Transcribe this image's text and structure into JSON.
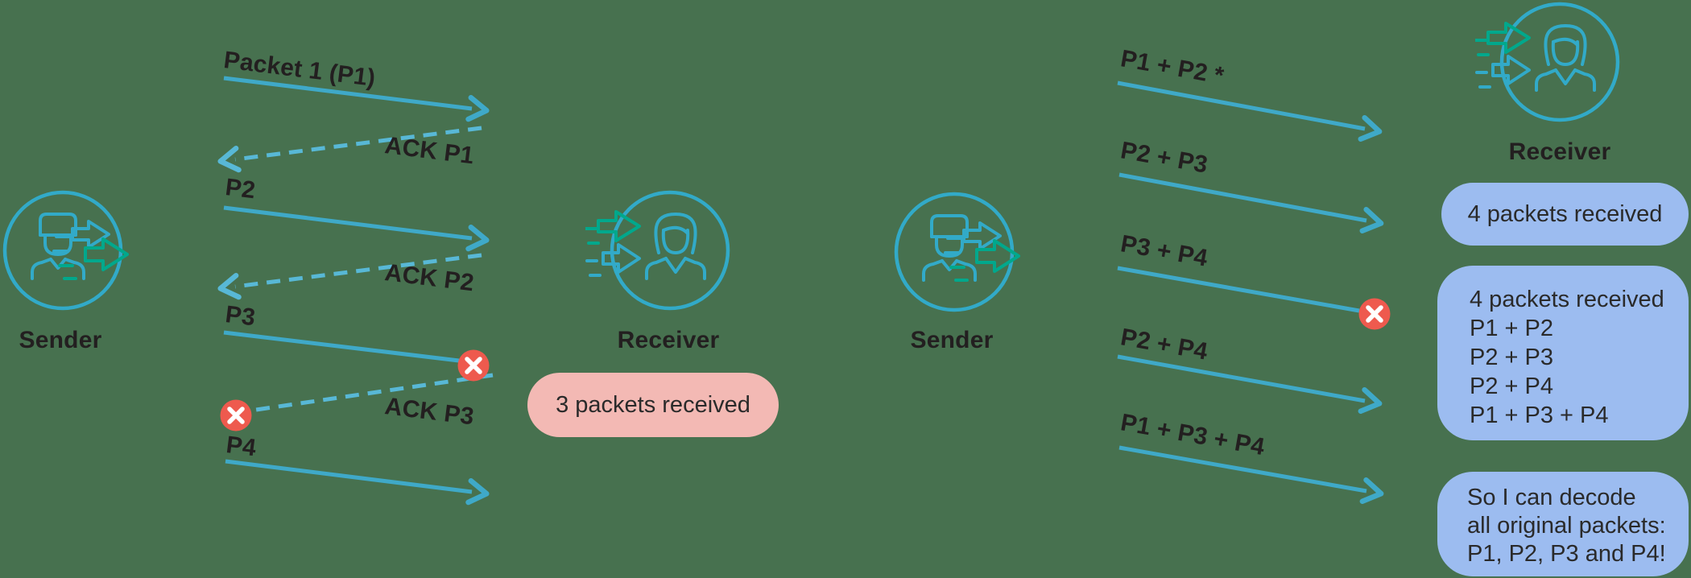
{
  "colors": {
    "background": "#47714f",
    "solid_arrow": "#3fa9c8",
    "dashed_arrow": "#58b8d6",
    "icon_blue": "#32aac8",
    "icon_teal": "#00a88c",
    "error_red": "#ee5a4e",
    "pink_badge": "#f3b9b4",
    "blue_badge": "#9cbcf0",
    "text_dark": "#231f20"
  },
  "left_diagram": {
    "sender_label": "Sender",
    "receiver_label": "Receiver",
    "result_badge": "3 packets received",
    "messages": {
      "m1": "Packet 1 (P1)",
      "ack1": "ACK P1",
      "m2": "P2",
      "ack2": "ACK P2",
      "m3": "P3",
      "ack3": "ACK P3",
      "m4": "P4"
    }
  },
  "right_diagram": {
    "sender_label": "Sender",
    "receiver_label": "Receiver",
    "received_badge": "4 packets received",
    "messages": {
      "m1": "P1 + P2 *",
      "m2": "P2 + P3",
      "m3": "P3 + P4",
      "m4": "P2 + P4",
      "m5": "P1 + P3 + P4"
    },
    "decode_badge_lines": [
      "4 packets received",
      "P1 + P2",
      "P2 + P3",
      "P2 + P4",
      "P1 + P3 + P4"
    ],
    "conclusion_badge_lines": [
      "So I can decode",
      "all original packets:",
      "P1, P2, P3 and P4!"
    ]
  }
}
